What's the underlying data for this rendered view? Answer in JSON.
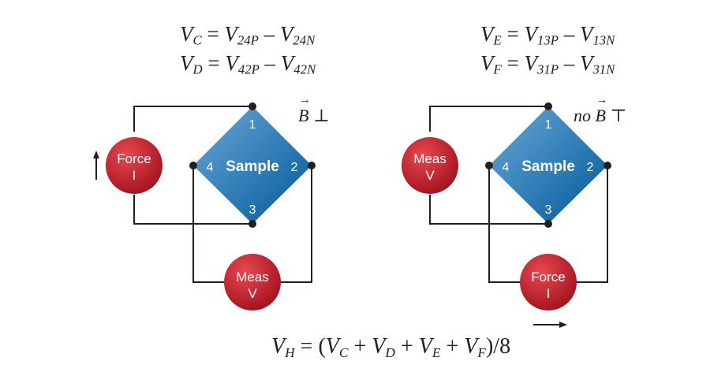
{
  "equations": {
    "left": [
      {
        "lhs": "V",
        "lhs_sub": "C",
        "t1": "V",
        "t1_sub": "24P",
        "op": "–",
        "t2": "V",
        "t2_sub": "24N"
      },
      {
        "lhs": "V",
        "lhs_sub": "D",
        "t1": "V",
        "t1_sub": "42P",
        "op": "–",
        "t2": "V",
        "t2_sub": "42N"
      }
    ],
    "right": [
      {
        "lhs": "V",
        "lhs_sub": "E",
        "t1": "V",
        "t1_sub": "13P",
        "op": "–",
        "t2": "V",
        "t2_sub": "13N"
      },
      {
        "lhs": "V",
        "lhs_sub": "F",
        "t1": "V",
        "t1_sub": "31P",
        "op": "–",
        "t2": "V",
        "t2_sub": "31N"
      }
    ],
    "hall": {
      "lhs": "V",
      "lhs_sub": "H",
      "open": "(",
      "terms": [
        {
          "v": "V",
          "sub": "C"
        },
        {
          "v": "V",
          "sub": "D"
        },
        {
          "v": "V",
          "sub": "E"
        },
        {
          "v": "V",
          "sub": "F"
        }
      ],
      "close": ")/8"
    }
  },
  "left_circuit": {
    "field": {
      "prefix": "",
      "vector": "B",
      "symbol": "⊥"
    },
    "sample_label": "Sample",
    "nodes": [
      "1",
      "2",
      "3",
      "4"
    ],
    "source": {
      "line1": "Force",
      "line2": "I"
    },
    "meter": {
      "line1": "Meas",
      "line2": "V"
    },
    "arrow": "up"
  },
  "right_circuit": {
    "field": {
      "prefix": "no",
      "vector": "B",
      "symbol": "⊤"
    },
    "sample_label": "Sample",
    "nodes": [
      "1",
      "2",
      "3",
      "4"
    ],
    "source": {
      "line1": "Force",
      "line2": "I"
    },
    "meter": {
      "line1": "Meas",
      "line2": "V"
    },
    "arrow": "right"
  },
  "colors": {
    "wire": "#231f20",
    "diamond_light": "#6aa8d8",
    "diamond_dark": "#00589a",
    "circle_light": "#e8484e",
    "circle_dark": "#a0101c",
    "label": "#ffffff"
  }
}
